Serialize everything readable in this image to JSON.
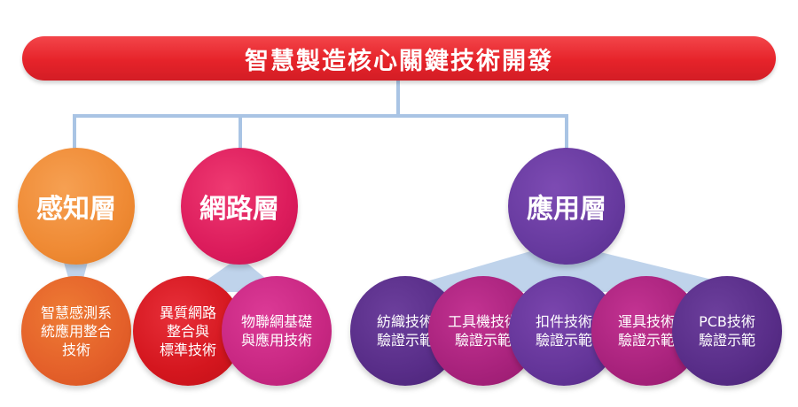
{
  "title": "智慧製造核心關鍵技術開發",
  "layers": [
    {
      "name": "感知層",
      "children": [
        "智慧感測系\n統應用整合\n技術"
      ]
    },
    {
      "name": "網路層",
      "children": [
        "異質網路\n整合與\n標準技術",
        "物聯網基礎\n與應用技術"
      ]
    },
    {
      "name": "應用層",
      "children": [
        "紡織技術\n驗證示範",
        "工具機技術\n驗證示範",
        "扣件技術\n驗證示範",
        "運具技術\n驗證示範",
        "PCB技術\n驗證示範"
      ]
    }
  ],
  "colors": {
    "banner": "#e6232a",
    "connector": "#a9c4e4",
    "sensing": "#ef8a34",
    "network": "#dc1c5c",
    "application": "#673a9f"
  }
}
